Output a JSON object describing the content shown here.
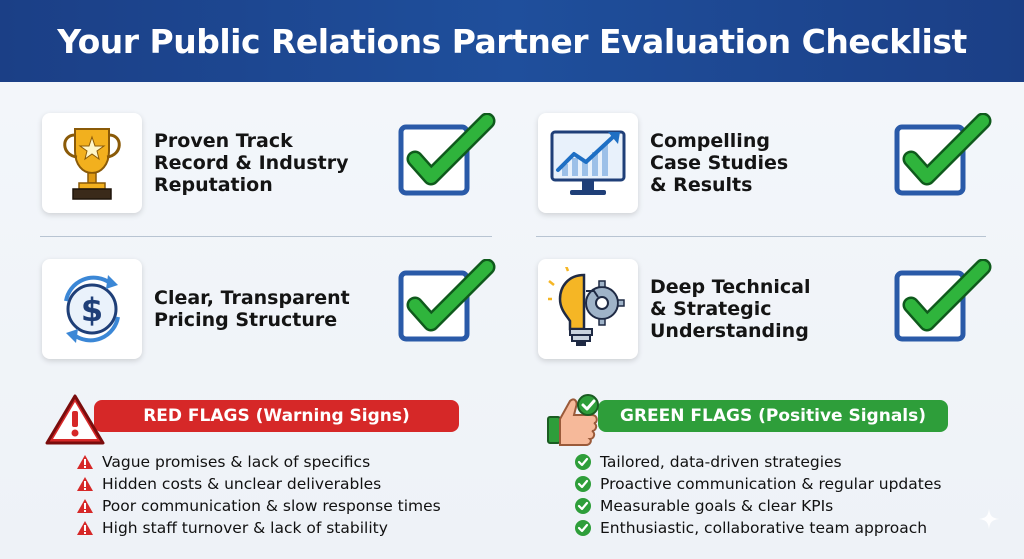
{
  "title": "Your Public Relations Partner Evaluation Checklist",
  "criteria": [
    {
      "title": "Proven Track\nRecord & Industry\nReputation",
      "icon": "trophy-icon",
      "checked": true
    },
    {
      "title": "Compelling\nCase Studies\n& Results",
      "icon": "growth-chart-monitor-icon",
      "checked": true
    },
    {
      "title": "Clear, Transparent\nPricing Structure",
      "icon": "dollar-cycle-icon",
      "checked": true
    },
    {
      "title": "Deep Technical\n& Strategic\nUnderstanding",
      "icon": "lightbulb-gear-icon",
      "checked": true
    }
  ],
  "red_flags": {
    "label": "RED FLAGS (Warning Signs)",
    "color": "#d62828",
    "items": [
      "Vague promises & lack of specifics",
      "Hidden costs & unclear deliverables",
      "Poor communication & slow response times",
      "High staff turnover & lack of stability"
    ]
  },
  "green_flags": {
    "label": "GREEN FLAGS (Positive Signals)",
    "color": "#2e9e3a",
    "items": [
      "Tailored, data-driven strategies",
      "Proactive communication & regular updates",
      "Measurable goals & clear KPIs",
      "Enthusiastic, collaborative team approach"
    ]
  },
  "colors": {
    "header": "#1f4a96",
    "check_green": "#2fb43c",
    "box_blue": "#2a5aa8"
  }
}
